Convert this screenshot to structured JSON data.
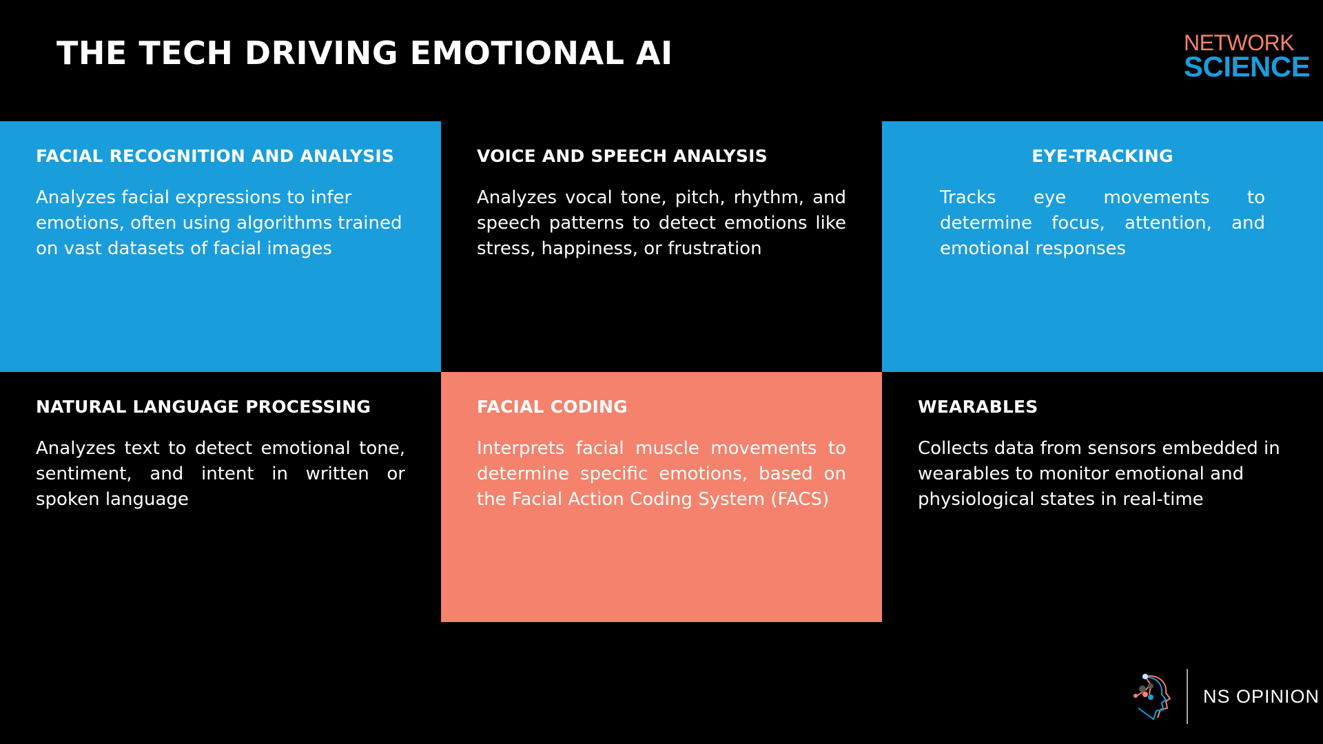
{
  "title": "THE TECH DRIVING EMOTIONAL AI",
  "logo": {
    "line1": "NETWORK",
    "line2": "SCIENCE"
  },
  "cards": [
    {
      "heading": "FACIAL RECOGNITION AND ANALYSIS",
      "body": "Analyzes facial expressions to infer emotions, often using algorithms trained on vast datasets of facial images"
    },
    {
      "heading": "VOICE AND SPEECH ANALYSIS",
      "body": "Analyzes vocal tone, pitch, rhythm, and speech patterns to detect emotions like stress, happiness, or frustration"
    },
    {
      "heading": "EYE-TRACKING",
      "body": "Tracks eye movements to determine focus, attention, and emotional responses"
    },
    {
      "heading": "NATURAL LANGUAGE PROCESSING",
      "body": "Analyzes text to detect emotional tone, sentiment, and intent in written or spoken language"
    },
    {
      "heading": "FACIAL CODING",
      "body": "Interprets facial muscle movements to determine specific emotions, based on the Facial Action Coding System (FACS)"
    },
    {
      "heading": "WEARABLES",
      "body": "Collects data from sensors embedded in wearables to monitor emotional and physiological states in real-time"
    }
  ],
  "footer": {
    "label": "NS OPINION"
  },
  "colors": {
    "blue": "#1a9ddb",
    "salmon": "#f4826c"
  }
}
